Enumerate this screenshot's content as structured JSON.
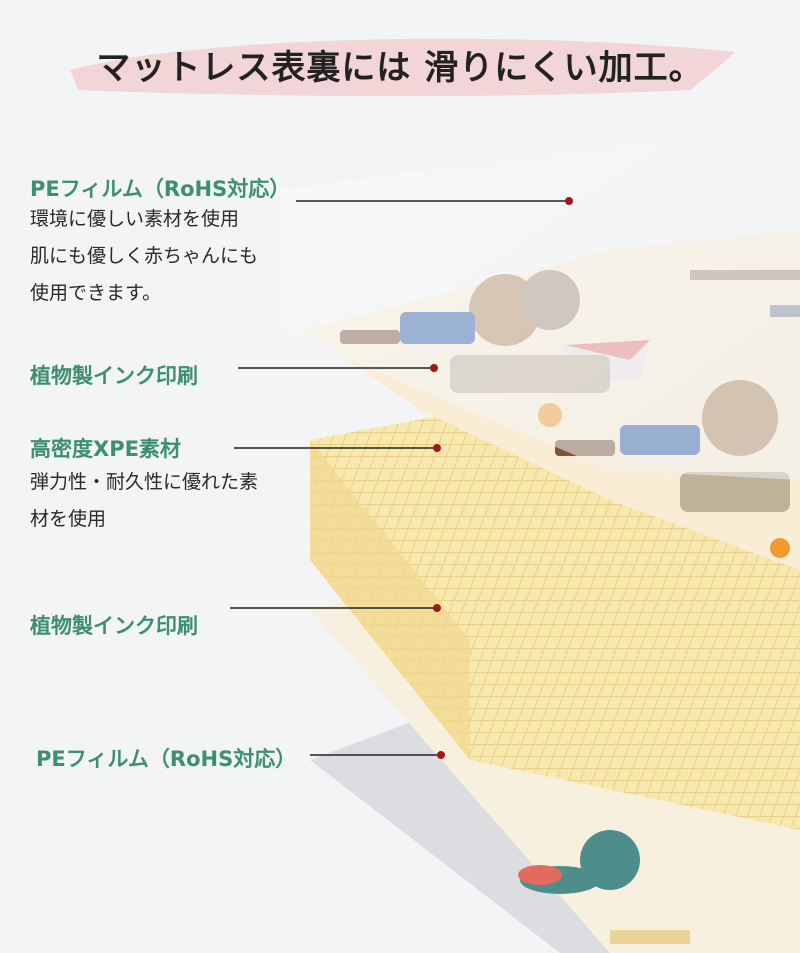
{
  "title": "マットレス表裏には 滑りにくい加工。",
  "layers": [
    {
      "label": "PEフィルム（RoHS対応）",
      "desc": [
        "環境に優しい素材を使用",
        "肌にも優しく赤ちゃんにも",
        "使用できます。"
      ]
    },
    {
      "label": "植物製インク印刷",
      "desc": []
    },
    {
      "label": "高密度XPE素材",
      "desc": [
        "弾力性・耐久性に優れた素",
        "材を使用"
      ]
    },
    {
      "label": "植物製インク印刷",
      "desc": []
    },
    {
      "label": "PEフィルム（RoHS対応）",
      "desc": []
    }
  ],
  "colors": {
    "label_green": "#3e8f6e",
    "dot_red": "#a01818",
    "brush_pink": "#f2d2d3",
    "foam_yellow": "#f6e6a7",
    "print_cream": "#faf0d8",
    "film_gray": "#dcdde0"
  }
}
